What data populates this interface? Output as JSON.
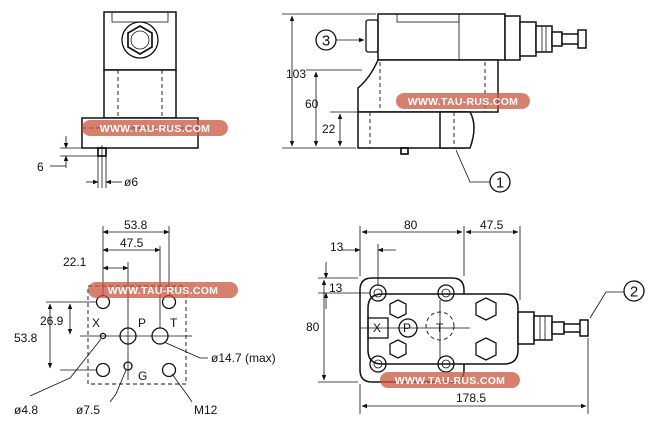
{
  "watermark": "WWW.TAU-RUS.COM",
  "callouts": {
    "c1": "1",
    "c2": "2",
    "c3": "3"
  },
  "front_view": {
    "dim_6": "6",
    "dim_d6": "ø6"
  },
  "side_view": {
    "dim_103": "103",
    "dim_60": "60",
    "dim_22": "22"
  },
  "mounting_pattern": {
    "dim_53_8_top": "53.8",
    "dim_47_5": "47.5",
    "dim_22_1": "22.1",
    "dim_26_9": "26.9",
    "dim_53_8_left": "53.8",
    "dim_d14_7": "ø14.7 (max)",
    "dim_d4_8": "ø4.8",
    "dim_d7_5": "ø7.5",
    "dim_m12": "M12",
    "port_x": "X",
    "port_p": "P",
    "port_t": "T",
    "port_g": "G"
  },
  "top_view": {
    "dim_80_top": "80",
    "dim_47_5": "47.5",
    "dim_13_a": "13",
    "dim_13_b": "13",
    "dim_80_left": "80",
    "dim_178_5": "178.5",
    "port_x": "X",
    "port_p": "P",
    "port_t": "T"
  }
}
